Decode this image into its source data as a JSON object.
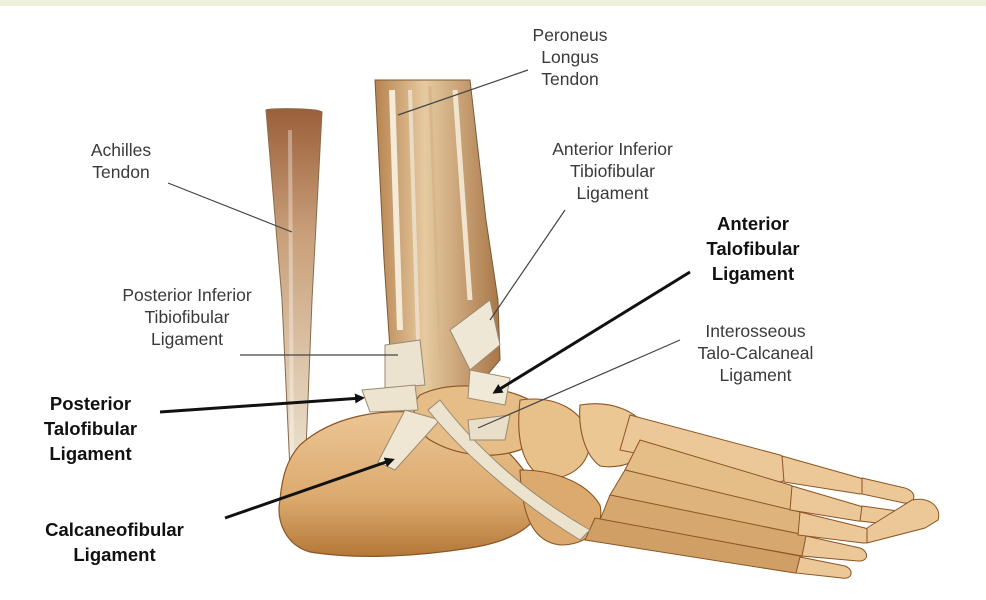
{
  "labels": {
    "peroneus_longus": [
      "Peroneus",
      "Longus",
      "Tendon"
    ],
    "achilles": [
      "Achilles",
      "Tendon"
    ],
    "ant_inf_tibiofibular": [
      "Anterior Inferior",
      "Tibiofibular",
      "Ligament"
    ],
    "ant_talofibular": [
      "Anterior",
      "Talofibular",
      "Ligament"
    ],
    "post_inf_tibiofibular": [
      "Posterior Inferior",
      "Tibiofibular",
      "Ligament"
    ],
    "interosseous": [
      "Interosseous",
      "Talo-Calcaneal",
      "Ligament"
    ],
    "post_talofibular": [
      "Posterior",
      "Talofibular",
      "Ligament"
    ],
    "calcaneofibular": [
      "Calcaneofibular",
      "Ligament"
    ]
  },
  "colors": {
    "bone": "#e2b47c",
    "bone_shadow": "#b87c3e",
    "bone_dark": "#8c5524",
    "ligament": "#ece4d2",
    "tendon": "#efe6d4",
    "muscle": "#a6714a",
    "leader": "#444444",
    "arrow": "#111111"
  }
}
